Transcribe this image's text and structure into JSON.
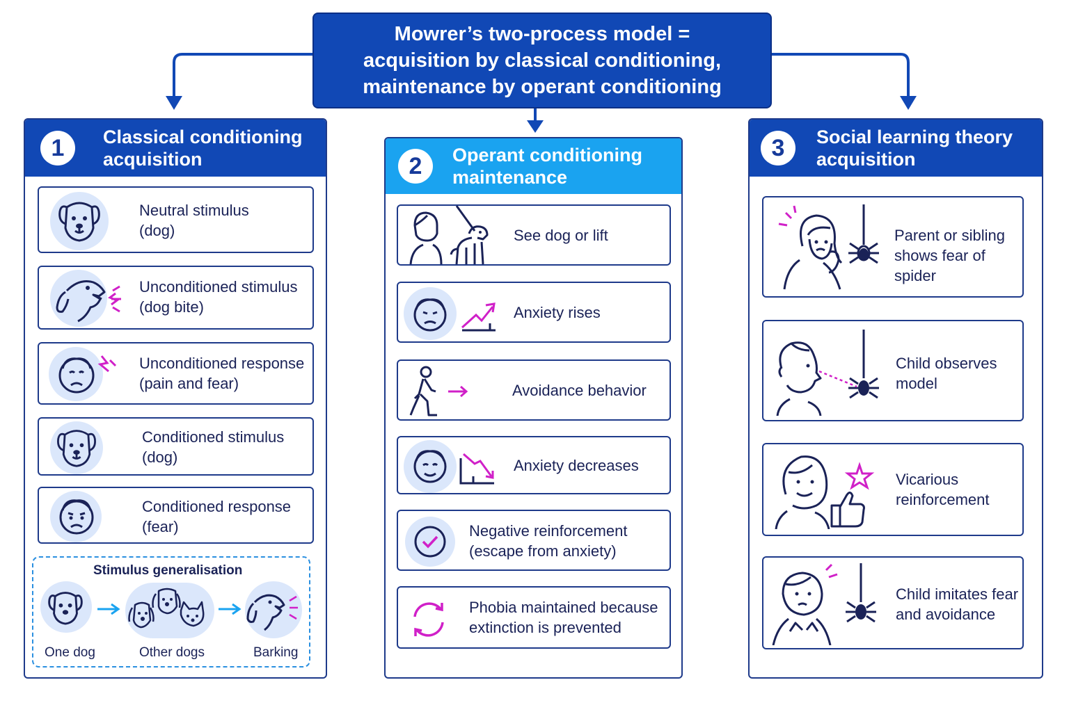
{
  "header": {
    "line1": "Mowrer’s two-process model =",
    "line2": "acquisition by classical conditioning,",
    "line3": "maintenance by operant conditioning"
  },
  "colors": {
    "primary": "#1148b5",
    "accent": "#1aa3f0",
    "magenta": "#d020c8"
  },
  "panels": [
    {
      "number": "1",
      "title_line1": "Classical conditioning",
      "title_line2": "acquisition",
      "cards": [
        {
          "icon": "dog-face-icon",
          "line1": "Neutral stimulus",
          "line2": "(dog)"
        },
        {
          "icon": "barking-dog-icon",
          "line1": "Unconditioned stimulus",
          "line2": "(dog bite)"
        },
        {
          "icon": "hurt-face-icon",
          "line1": "Unconditioned response",
          "line2": "(pain and fear)"
        },
        {
          "icon": "dog-face-icon",
          "line1": "Conditioned stimulus",
          "line2": "(dog)"
        },
        {
          "icon": "worried-face-icon",
          "line1": "Conditioned response",
          "line2": "(fear)"
        }
      ],
      "generalisation": {
        "title": "Stimulus generalisation",
        "items": [
          "One dog",
          "Other dogs",
          "Barking"
        ]
      }
    },
    {
      "number": "2",
      "title_line1": "Operant conditioning",
      "title_line2": "maintenance",
      "cards": [
        {
          "icon": "person-dog-icon",
          "line1": "See dog or lift",
          "line2": ""
        },
        {
          "icon": "anxiety-rise-icon",
          "line1": "Anxiety rises",
          "line2": ""
        },
        {
          "icon": "walking-person-icon",
          "line1": "Avoidance behavior",
          "line2": ""
        },
        {
          "icon": "anxiety-decrease-icon",
          "line1": "Anxiety decreases",
          "line2": ""
        },
        {
          "icon": "check-icon",
          "line1": "Negative reinforcement",
          "line2": "(escape from anxiety)"
        },
        {
          "icon": "cycle-icon",
          "line1": "Phobia maintained because",
          "line2": "extinction is prevented"
        }
      ]
    },
    {
      "number": "3",
      "title_line1": "Social learning theory",
      "title_line2": "acquisition",
      "cards": [
        {
          "icon": "parent-spider-icon",
          "line1": "Parent or sibling",
          "line2": "shows fear of spider"
        },
        {
          "icon": "child-observe-icon",
          "line1": "Child observes",
          "line2": "model"
        },
        {
          "icon": "thumbs-up-icon",
          "line1": "Vicarious",
          "line2": "reinforcement"
        },
        {
          "icon": "child-imitate-icon",
          "line1": "Child imitates fear",
          "line2": "and avoidance"
        }
      ]
    }
  ]
}
